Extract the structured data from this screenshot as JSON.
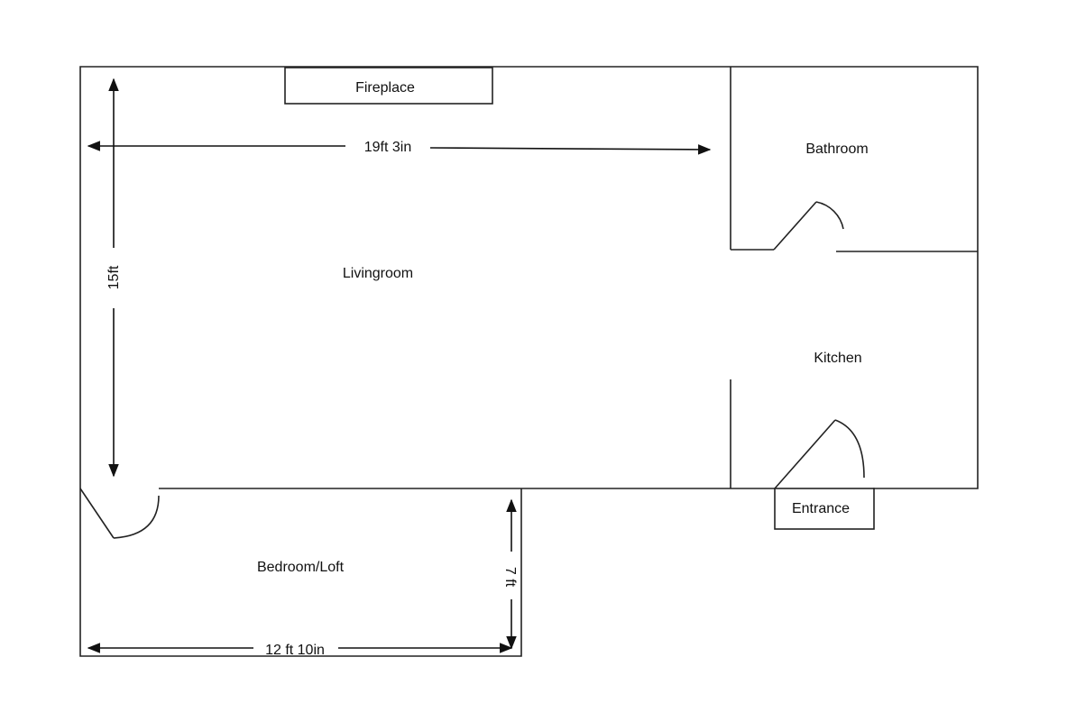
{
  "rooms": {
    "living": "Livingroom",
    "bathroom": "Bathroom",
    "kitchen": "Kitchen",
    "bedroom": "Bedroom/Loft"
  },
  "fixtures": {
    "fireplace": "Fireplace",
    "entrance": "Entrance"
  },
  "dimensions": {
    "living_width": "19ft 3in",
    "living_height": "15ft",
    "bedroom_width": "12 ft  10in",
    "bedroom_height": "7 ft"
  }
}
